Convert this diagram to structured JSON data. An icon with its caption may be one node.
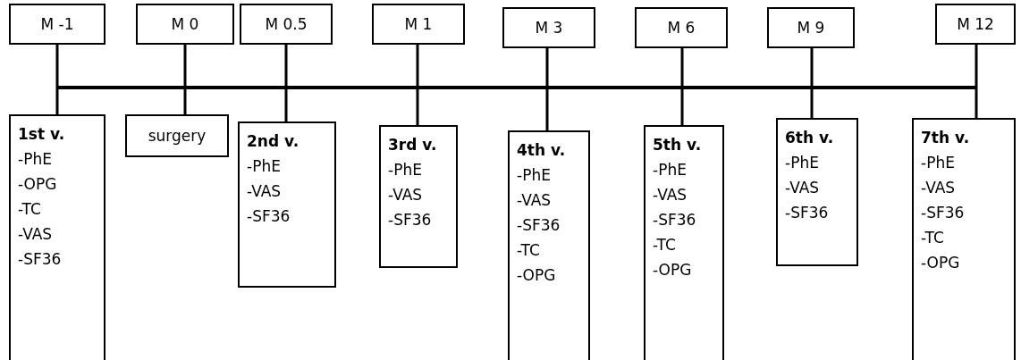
{
  "diagram": {
    "nodes": [
      {
        "text": [
          "M -1"
        ]
      },
      {
        "text": [
          "M 0"
        ]
      },
      {
        "text": [
          "M 0.5"
        ]
      },
      {
        "text": [
          "M 1"
        ]
      },
      {
        "text": [
          "M 3"
        ]
      },
      {
        "text": [
          "M 6"
        ]
      },
      {
        "text": [
          "M 9"
        ]
      },
      {
        "text": [
          "M 12"
        ]
      },
      {
        "text": [
          "1st v.",
          "-PhE",
          "-OPG",
          "-TC",
          "-VAS",
          "-SF36"
        ]
      },
      {
        "text": [
          "surgery"
        ]
      },
      {
        "text": [
          "2nd v.",
          "-PhE",
          "-VAS",
          "-SF36"
        ]
      },
      {
        "text": [
          "3rd v.",
          "-PhE",
          "-VAS",
          "-SF36"
        ]
      },
      {
        "text": [
          "4th v.",
          "-PhE",
          "-VAS",
          "-SF36",
          "-TC",
          "-OPG"
        ]
      },
      {
        "text": [
          "5th v.",
          "-PhE",
          "-VAS",
          "-SF36",
          "-TC",
          "-OPG"
        ]
      },
      {
        "text": [
          "6th v.",
          "-PhE",
          "-VAS",
          "-SF36"
        ]
      },
      {
        "text": [
          "7th v.",
          "-PhE",
          "-VAS",
          "-SF36",
          "-TC",
          "-OPG"
        ]
      }
    ],
    "edges": [
      {
        "from": 0,
        "to": 8,
        "arrow": "none"
      },
      {
        "from": 1,
        "to": 9,
        "arrow": "none"
      },
      {
        "from": 2,
        "to": 10,
        "arrow": "none"
      },
      {
        "from": 3,
        "to": 11,
        "arrow": "none"
      },
      {
        "from": 4,
        "to": 12,
        "arrow": "none"
      },
      {
        "from": 5,
        "to": 13,
        "arrow": "none"
      },
      {
        "from": 6,
        "to": 14,
        "arrow": "none"
      },
      {
        "from": 7,
        "to": 15,
        "arrow": "none"
      }
    ]
  }
}
